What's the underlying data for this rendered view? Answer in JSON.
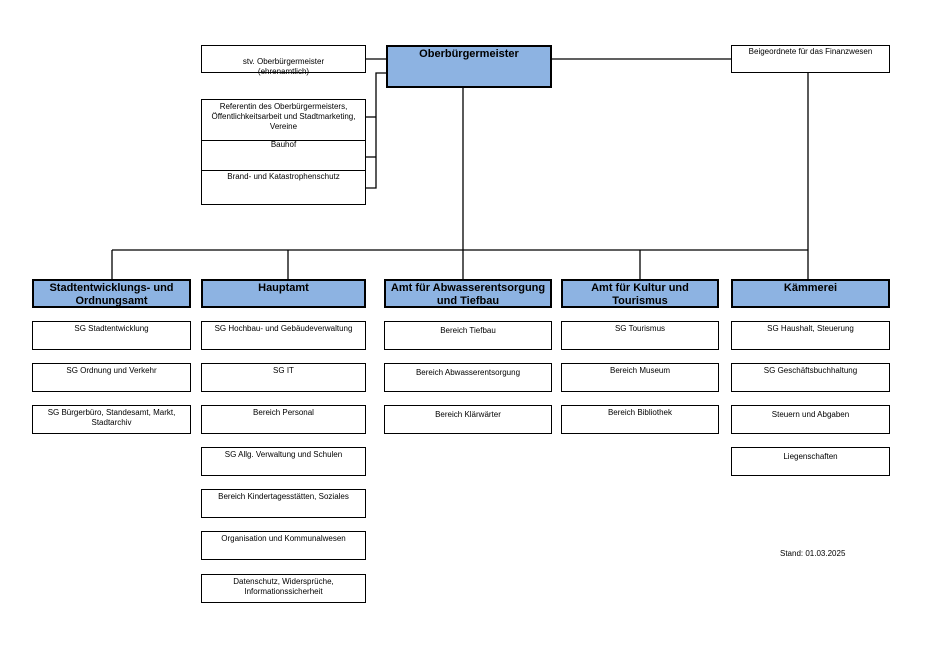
{
  "top": {
    "mayor": "Oberbürgermeister",
    "deputy": "stv. Oberbürgermeister\n(ehrenamtlich)",
    "finance": "Beigeordnete für das Finanzwesen"
  },
  "staff_units": [
    "Referentin des Oberbürgermeisters, Öffentlichkeitsarbeit und Stadtmarketing, Vereine",
    "Bauhof",
    "Brand- und Katastrophenschutz"
  ],
  "departments": [
    {
      "name": "Stadtentwicklungs- und Ordnungsamt",
      "units": [
        "SG Stadtentwicklung",
        "SG Ordnung und Verkehr",
        "SG Bürgerbüro, Standesamt, Markt, Stadtarchiv"
      ]
    },
    {
      "name": "Hauptamt",
      "units": [
        "SG Hochbau- und Gebäudeverwaltung",
        "SG IT",
        "Bereich Personal",
        "SG Allg. Verwaltung und Schulen",
        "Bereich Kindertagesstätten, Soziales",
        "Organisation und Kommunalwesen",
        "Datenschutz, Widersprüche, Informationssicherheit"
      ]
    },
    {
      "name": "Amt für Abwasserentsorgung und Tiefbau",
      "units": [
        "Bereich Tiefbau",
        "Bereich Abwasserentsorgung",
        "Bereich Klärwärter"
      ]
    },
    {
      "name": "Amt für Kultur und Tourismus",
      "units": [
        "SG Tourismus",
        "Bereich Museum",
        "Bereich Bibliothek"
      ]
    },
    {
      "name": "Kämmerei",
      "units": [
        "SG Haushalt, Steuerung",
        "SG Geschäftsbuchhaltung",
        "Steuern und Abgaben",
        "Liegenschaften"
      ]
    }
  ],
  "stand": "Stand: 01.03.2025",
  "colors": {
    "header_fill": "#8db3e2",
    "line": "#000000"
  }
}
